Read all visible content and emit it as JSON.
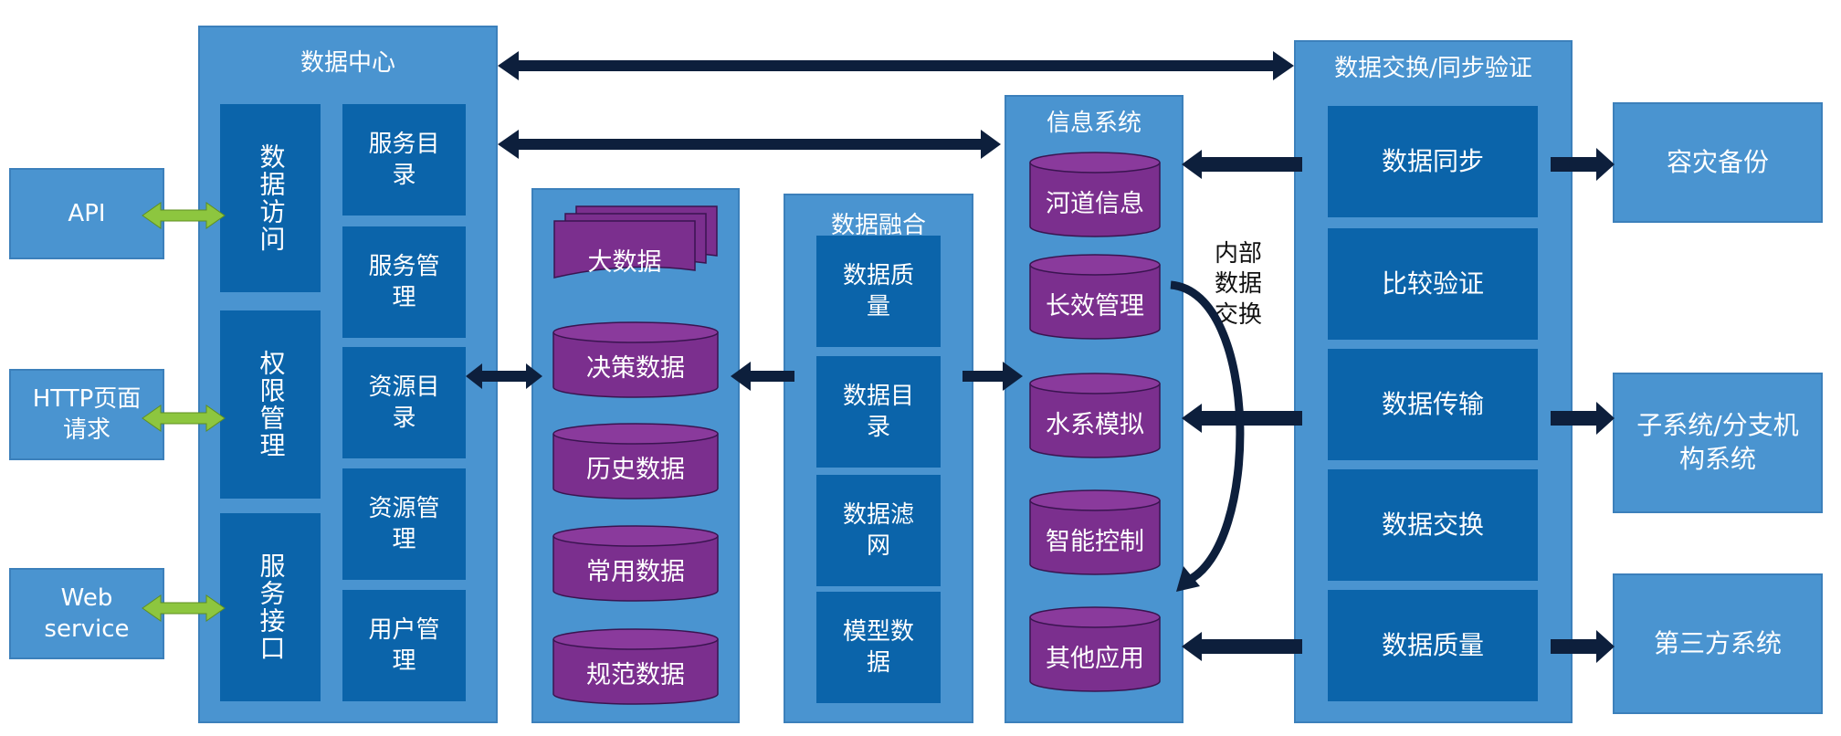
{
  "colors": {
    "panel": "#4a94d0",
    "box": "#0b64aa",
    "cylinder": "#7b2f8e",
    "arrow": "#0d1f3c",
    "io_arrow": "#8dc63f"
  },
  "external_left": [
    {
      "label": "API"
    },
    {
      "label": "HTTP页面\n请求"
    },
    {
      "label": "Web\nservice"
    }
  ],
  "data_center": {
    "title": "数据中心",
    "left_col": [
      "数据访问",
      "权限管理",
      "服务接口"
    ],
    "right_col": [
      "服务目\n录",
      "服务管\n理",
      "资源目\n录",
      "资源管\n理",
      "用户管\n理"
    ]
  },
  "storage": {
    "top_label": "大数据",
    "cylinders": [
      "决策数据",
      "历史数据",
      "常用数据",
      "规范数据"
    ]
  },
  "fusion": {
    "title": "数据融合",
    "items": [
      "数据质\n量",
      "数据目\n录",
      "数据滤\n网",
      "模型数\n据"
    ]
  },
  "info_system": {
    "title": "信息系统",
    "cylinders": [
      "河道信息",
      "长效管理",
      "水系模拟",
      "智能控制",
      "其他应用"
    ]
  },
  "internal_exchange_label": "内部\n数据\n交换",
  "exchange": {
    "title": "数据交换/同步验证",
    "items": [
      "数据同步",
      "比较验证",
      "数据传输",
      "数据交换",
      "数据质量"
    ]
  },
  "external_right": [
    {
      "label": "容灾备份"
    },
    {
      "label": "子系统/分支机\n构系统"
    },
    {
      "label": "第三方系统"
    }
  ]
}
